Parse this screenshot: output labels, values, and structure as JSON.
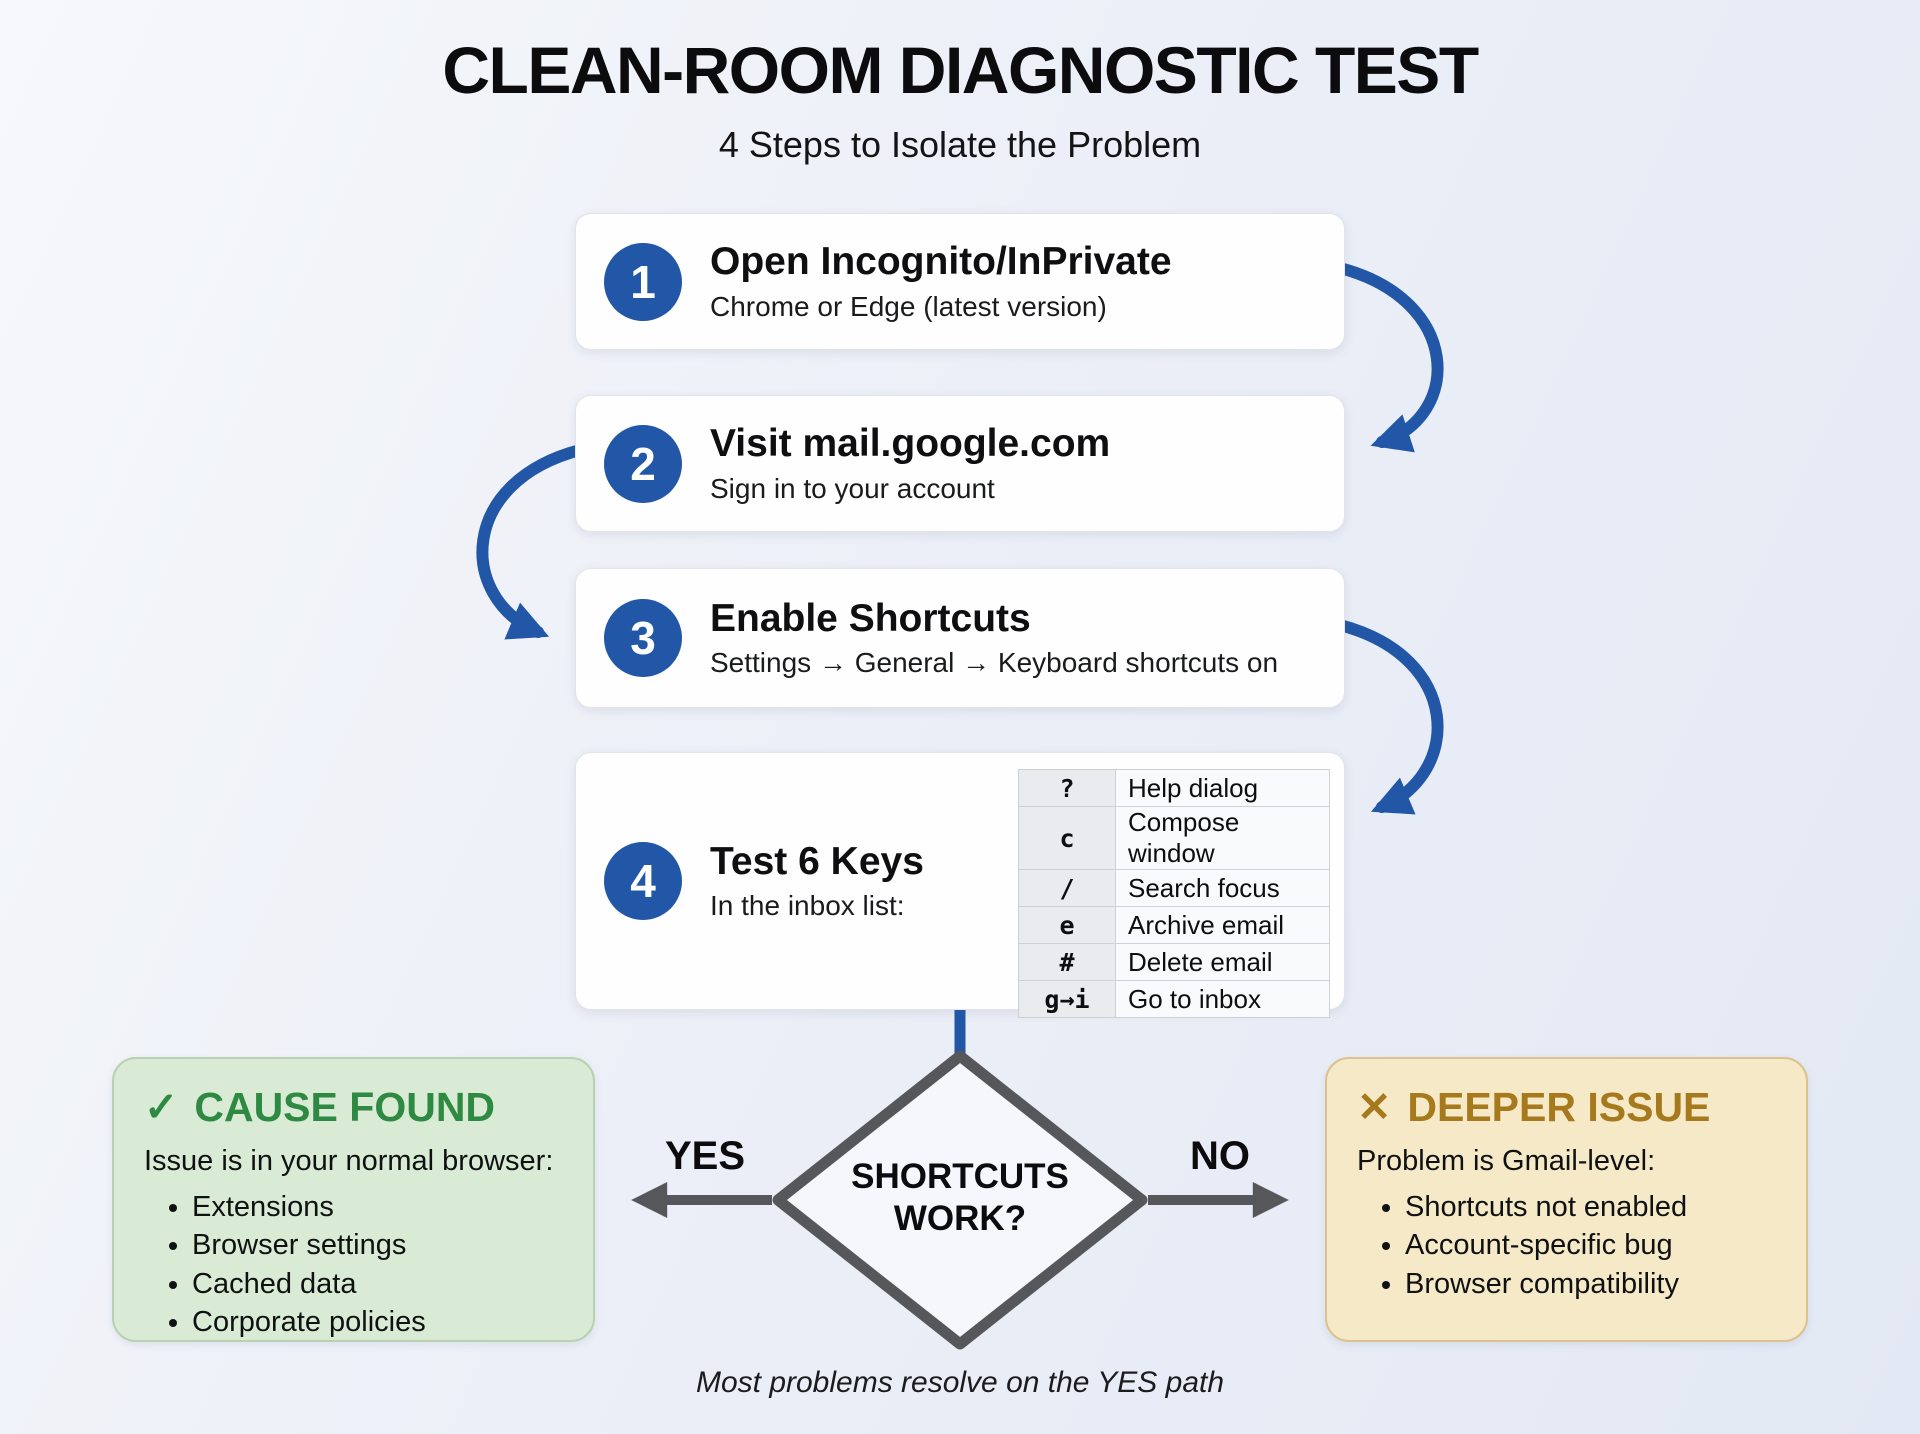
{
  "header": {
    "title": "CLEAN-ROOM DIAGNOSTIC TEST",
    "subtitle": "4 Steps to Isolate the Problem"
  },
  "steps": [
    {
      "number": "1",
      "title": "Open Incognito/InPrivate",
      "subtitle": "Chrome or Edge (latest version)"
    },
    {
      "number": "2",
      "title": "Visit mail.google.com",
      "subtitle": "Sign in to your account"
    },
    {
      "number": "3",
      "title": "Enable Shortcuts",
      "subtitle": "Settings → General → Keyboard shortcuts on"
    },
    {
      "number": "4",
      "title": "Test 6 Keys",
      "subtitle": "In the inbox list:"
    }
  ],
  "shortcut_table": {
    "rows": [
      {
        "key": "?",
        "action": "Help dialog"
      },
      {
        "key": "c",
        "action": "Compose window"
      },
      {
        "key": "/",
        "action": "Search focus"
      },
      {
        "key": "e",
        "action": "Archive email"
      },
      {
        "key": "#",
        "action": "Delete email"
      },
      {
        "key": "g→i",
        "action": "Go to inbox"
      }
    ]
  },
  "decision": {
    "question": "SHORTCUTS WORK?",
    "yes_label": "YES",
    "no_label": "NO"
  },
  "outcomes": {
    "cause_found": {
      "icon": "✓",
      "title": "CAUSE FOUND",
      "description": "Issue is in your normal browser:",
      "bullets": [
        "Extensions",
        "Browser settings",
        "Cached data",
        "Corporate policies"
      ]
    },
    "deeper_issue": {
      "icon": "✕",
      "title": "DEEPER ISSUE",
      "description": "Problem is Gmail-level:",
      "bullets": [
        "Shortcuts not enabled",
        "Account-specific bug",
        "Browser compatibility"
      ]
    }
  },
  "footer": {
    "note": "Most problems resolve on the YES path"
  },
  "colors": {
    "accent_blue": "#2157a6",
    "connector_gray": "#56575b",
    "green_bg": "#d9ebd4",
    "green_text": "#2e8a42",
    "tan_bg": "#f6e9c8",
    "gold_text": "#a6791c"
  }
}
